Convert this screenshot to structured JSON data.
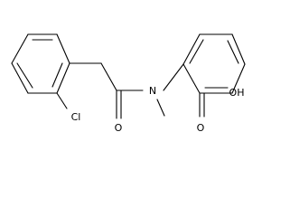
{
  "structure": {
    "atoms": {
      "cl": "Cl",
      "carbonyl_o": "O",
      "n": "N",
      "carboxyl_o": "O",
      "hydroxyl": "OH"
    }
  }
}
